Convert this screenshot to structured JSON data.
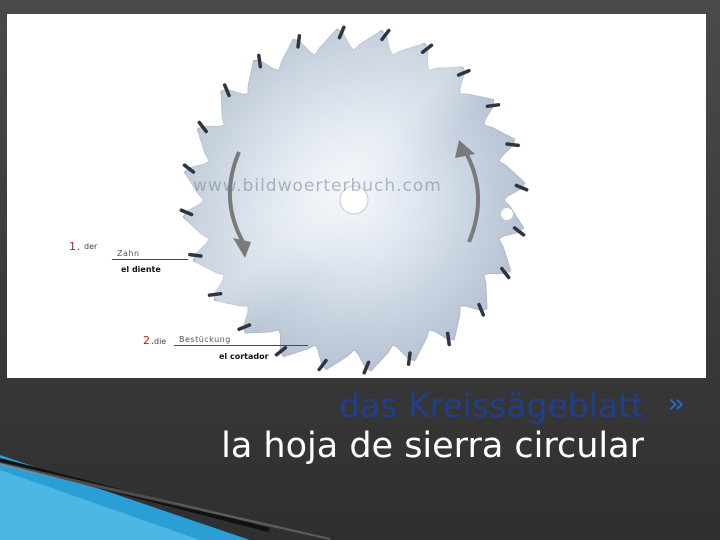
{
  "figure": {
    "watermark": "www.bildwoerterbuch.com",
    "callout_1": {
      "number": "1.",
      "article": "der",
      "noun": "Zahn",
      "translation": "el diente"
    },
    "callout_2": {
      "number": "2.",
      "article": "die",
      "noun": "Bestückung",
      "translation": "el cortador"
    }
  },
  "title_german": "das Kreissägeblatt",
  "title_spanish": "la hoja de sierra circular",
  "next_icon": "double-chevron-right-icon",
  "colors": {
    "background": "#3a3a3a",
    "german_title": "#1f3f8c",
    "spanish_title": "#ffffff",
    "callout_accent": "#c01818",
    "chevron": "#1e6fcf"
  }
}
